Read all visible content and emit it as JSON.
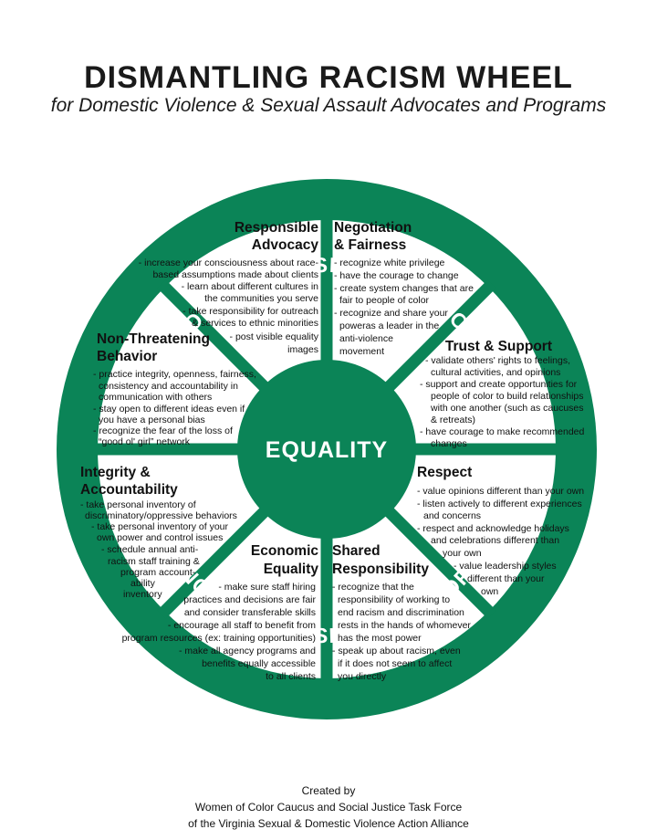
{
  "title": "DISMANTLING RACISM WHEEL",
  "subtitle": "for Domestic Violence & Sexual Assault Advocates and Programs",
  "ring_label_top": "NON-OPPRESSIVE BEHAVIOR",
  "ring_label_bottom": "NON-OPPRESSIVE BEHAVIOR",
  "hub_label": "EQUALITY",
  "colors": {
    "wheel_green": "#0b8457",
    "text": "#111111",
    "background": "#ffffff"
  },
  "segments": {
    "responsible_advocacy": {
      "heading": [
        "Responsible",
        "Advocacy"
      ],
      "lines": [
        "- increase your consciousness about race-",
        "based assumptions made about clients",
        "- learn about different cultures in",
        "the communities you serve",
        "- take responsibility for outreach",
        "& services to ethnic minorities",
        "- post visible equality",
        "images"
      ]
    },
    "negotiation_fairness": {
      "heading": [
        "Negotiation",
        "& Fairness"
      ],
      "lines": [
        "- recognize white privilege",
        "- have the courage to change",
        "- create system changes that are",
        "fair to people of color",
        "- recognize and share your",
        "poweras a leader in the",
        "anti-violence",
        "movement"
      ]
    },
    "trust_support": {
      "heading": [
        "Trust & Support"
      ],
      "lines": [
        "- validate others' rights to feelings,",
        "cultural activities, and opinions",
        "- support and create opportunities for",
        "people of color to build relationships",
        "with one another (such as caucuses",
        "& retreats)",
        "- have courage to make recommended",
        "changes"
      ]
    },
    "non_threatening": {
      "heading": [
        "Non-Threatening",
        "Behavior"
      ],
      "lines": [
        "- practice integrity, openness, fairness,",
        "consistency and accountability in",
        "communication with others",
        "- stay open to different ideas even if",
        "you have a personal bias",
        "- recognize the fear of the loss of",
        "“good ol' girl” network"
      ]
    },
    "respect": {
      "heading": [
        "Respect"
      ],
      "lines": [
        "- value opinions different than your own",
        "- listen actively to different experiences",
        "and concerns",
        "- respect and acknowledge holidays",
        "and celebrations different than",
        "your own",
        "- value leadership styles",
        "different than your",
        "own"
      ]
    },
    "integrity_accountability": {
      "heading": [
        "Integrity &",
        "Accountability"
      ],
      "lines": [
        "- take personal inventory of",
        "discriminatory/oppressive behaviors",
        "- take personal inventory of your",
        "own power and control issues",
        "- schedule annual anti-",
        "racism staff training &",
        "program account-",
        "ability",
        "inventory"
      ]
    },
    "economic_equality": {
      "heading": [
        "Economic",
        "Equality"
      ],
      "lines": [
        "- make sure staff hiring",
        "practices and decisions are fair",
        "and consider transferable skills",
        "- encourage all staff to benefit from",
        "program resources (ex: training opportunities)",
        "- make all agency programs and",
        "benefits equally accessible",
        "to all clients"
      ]
    },
    "shared_responsibility": {
      "heading": [
        "Shared",
        "Responsibility"
      ],
      "lines": [
        "- recognize that the",
        "responsibility of working to",
        "end racism and discrimination",
        "rests in the hands of whomever",
        "has the most power",
        "- speak up about racism, even",
        "if it does not seem to affect",
        "you directly"
      ]
    }
  },
  "credits": [
    "Created by",
    "Women of Color Caucus and Social Justice Task Force",
    "of the Virginia Sexual & Domestic Violence Action Alliance"
  ]
}
